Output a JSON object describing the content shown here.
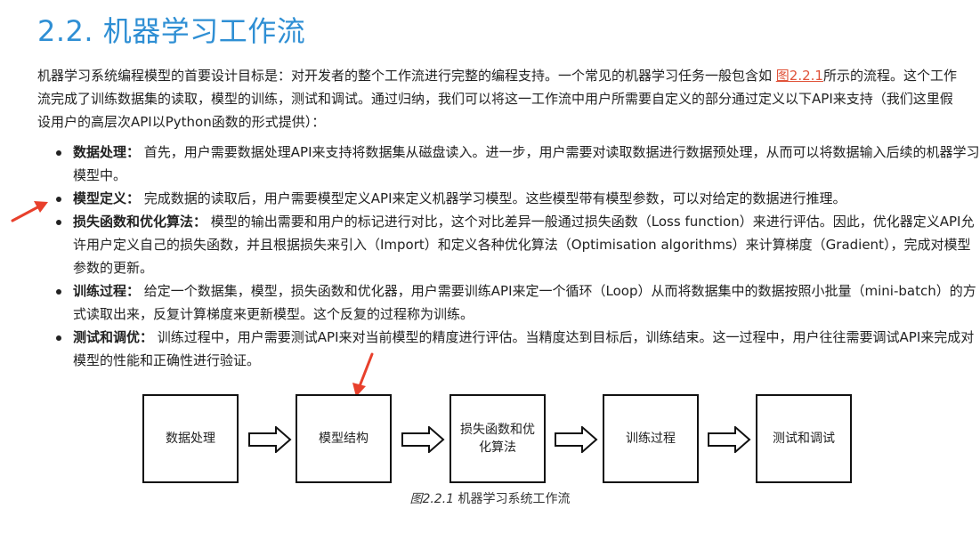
{
  "title": "2.2. 机器学习工作流",
  "intro": {
    "part1": "机器学习系统编程模型的首要设计目标是：对开发者的整个工作流进行完整的编程支持。一个常见的机器学习任务一般包含如 ",
    "link": "图2.2.1",
    "part2": "所示的流程。这个工作流完成了训练数据集的读取，模型的训练，测试和调试。通过归纳，我们可以将这一工作流中用户所需要自定义的部分通过定义以下API来支持（我们这里假设用户的高层次API以Python函数的形式提供）："
  },
  "bullets": [
    {
      "term": "数据处理：",
      "text": " 首先，用户需要数据处理API来支持将数据集从磁盘读入。进一步，用户需要对读取数据进行数据预处理，从而可以将数据输入后续的机器学习模型中。"
    },
    {
      "term": "模型定义：",
      "text": " 完成数据的读取后，用户需要模型定义API来定义机器学习模型。这些模型带有模型参数，可以对给定的数据进行推理。"
    },
    {
      "term": "损失函数和优化算法：",
      "text": " 模型的输出需要和用户的标记进行对比，这个对比差异一般通过损失函数（Loss function）来进行评估。因此，优化器定义API允许用户定义自己的损失函数，并且根据损失来引入（Import）和定义各种优化算法（Optimisation algorithms）来计算梯度（Gradient），完成对模型参数的更新。"
    },
    {
      "term": "训练过程：",
      "text": " 给定一个数据集，模型，损失函数和优化器，用户需要训练API来定一个循环（Loop）从而将数据集中的数据按照小批量（mini-batch）的方式读取出来，反复计算梯度来更新模型。这个反复的过程称为训练。"
    },
    {
      "term": "测试和调优：",
      "text": " 训练过程中，用户需要测试API来对当前模型的精度进行评估。当精度达到目标后，训练结束。这一过程中，用户往往需要调试API来完成对模型的性能和正确性进行验证。"
    }
  ],
  "flow": {
    "steps": [
      "数据处理",
      "模型结构",
      "损失函数和优化算法",
      "训练过程",
      "测试和调试"
    ]
  },
  "caption": {
    "number": "图2.2.1",
    "text": " 机器学习系统工作流"
  },
  "colors": {
    "title": "#2f8fd4",
    "link": "#e0533a",
    "annotation_arrow": "#e8402c"
  }
}
